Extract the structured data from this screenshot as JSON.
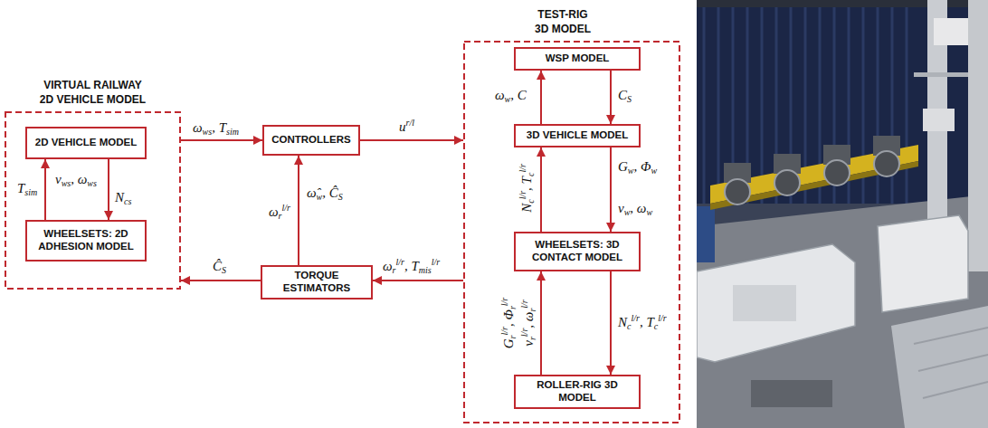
{
  "diagram": {
    "nodes": [
      {
        "text": [
          "VIRTUAL RAILWAY 2D VEHICLE MODEL"
        ]
      },
      {
        "text": [
          "2D VEHICLE MODEL"
        ],
        "in": 0
      },
      {
        "text": [
          "WHEELSETS: 2D ADHESION MODEL"
        ],
        "in": 0
      },
      {
        "text": [
          "CONTROLLERS"
        ]
      },
      {
        "text": [
          "TORQUE ESTIMATORS"
        ]
      },
      {
        "text": [
          "TEST-RIG 3D MODEL"
        ]
      },
      {
        "text": [
          "WSP MODEL"
        ],
        "in": 5
      },
      {
        "text": [
          "3D VEHICLE MODEL"
        ],
        "in": 5
      },
      {
        "text": [
          "WHEELSETS: 3D CONTACT MODEL"
        ],
        "in": 5
      },
      {
        "text": [
          "ROLLER-RIG 3D MODEL"
        ],
        "in": 5
      }
    ],
    "edges": [
      {
        "from": 2,
        "to": 1,
        "arrow": "to",
        "label": "Tsim"
      },
      {
        "from": 1,
        "to": 2,
        "arrow": "to",
        "label": "vws, ωws"
      },
      {
        "from": 0,
        "to": 3,
        "arrow": "to",
        "label": "ωws, Tsim"
      },
      {
        "from": 3,
        "to": 5,
        "arrow": "to",
        "label": "ur/l"
      },
      {
        "from": 4,
        "to": 3,
        "arrow": "to",
        "label": "ωrl/r"
      },
      {
        "from": 5,
        "to": 4,
        "arrow": "to",
        "label": "ωrl/r, Tmisl/r"
      },
      {
        "from": 4,
        "to": 0,
        "arrow": "to",
        "label": "ĈS"
      },
      {
        "from": 7,
        "to": 6,
        "arrow": "to",
        "label": "ωw, C"
      },
      {
        "from": 6,
        "to": 7,
        "arrow": "to",
        "label": "CS"
      },
      {
        "from": 8,
        "to": 7,
        "arrow": "to",
        "label": "Ncl/r, Tcl/r"
      },
      {
        "from": 7,
        "to": 8,
        "arrow": "to",
        "label": "Gw, Φw"
      },
      {
        "from": 9,
        "to": 8,
        "arrow": "to",
        "label": "Grl/r, Φrl/r"
      },
      {
        "from": 8,
        "to": 9,
        "arrow": "to",
        "label": "Ncl/r, Tcl/r"
      }
    ],
    "labels": [
      "Ncs",
      "ω̂w, ĈS",
      "vw, ωw",
      "vrl/r, ωrl/r"
    ]
  }
}
